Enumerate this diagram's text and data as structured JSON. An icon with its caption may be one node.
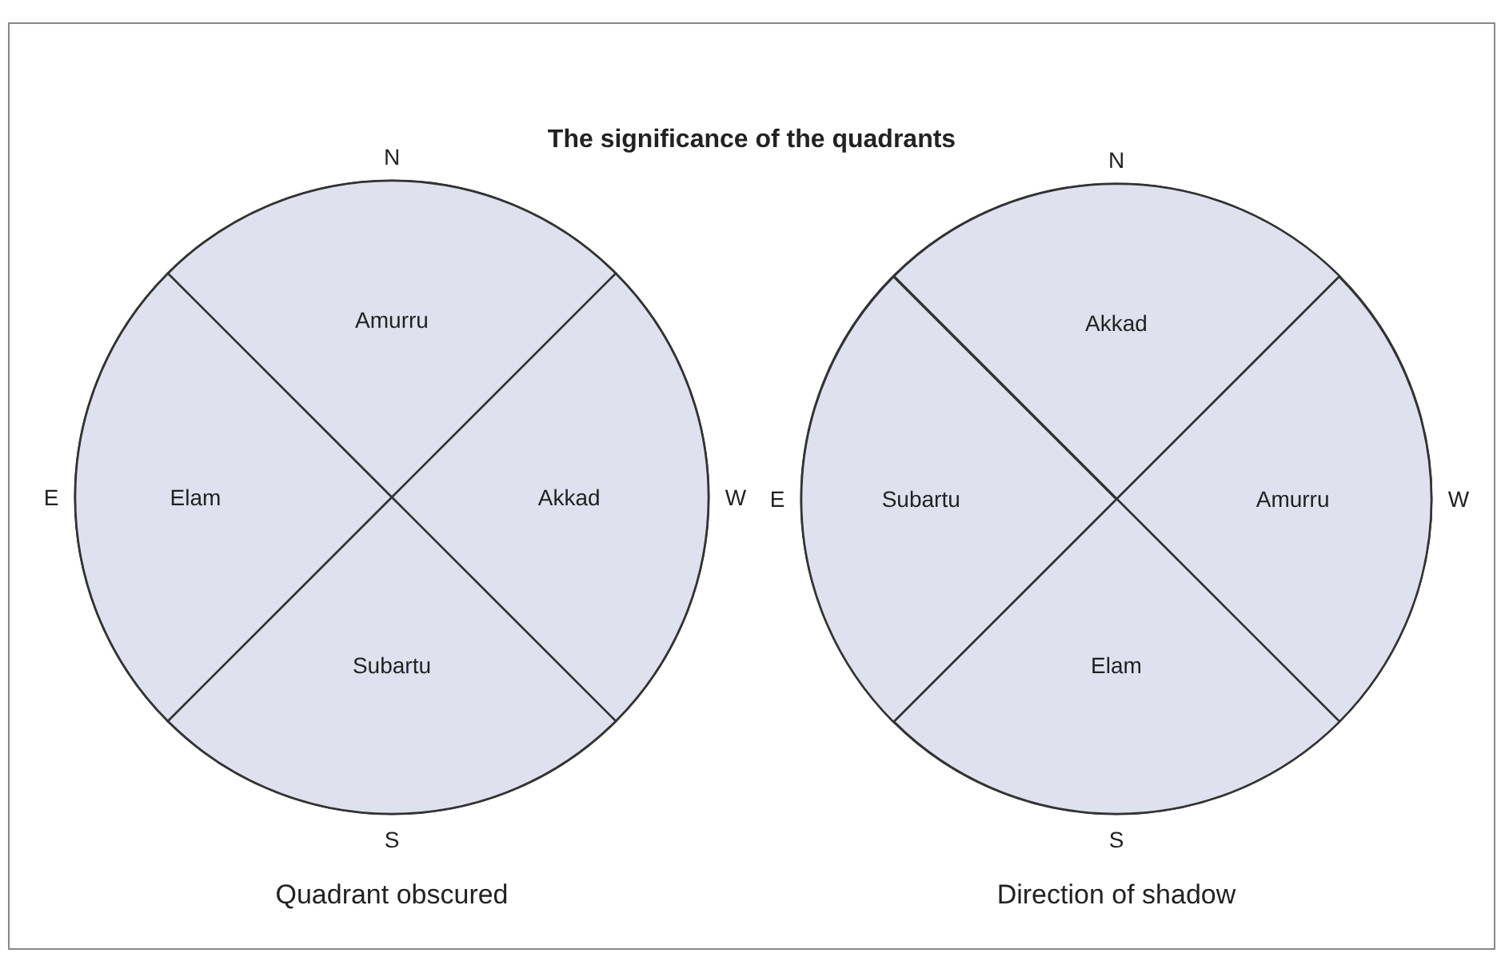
{
  "diagram": {
    "title": "The significance of the quadrants",
    "nodes": [
      {
        "text": [],
        "shape": "circle",
        "beside": [
          "Quadrant obscured"
        ]
      },
      {
        "text": [
          "Amurru"
        ],
        "in": 0
      },
      {
        "text": [
          "Elam"
        ],
        "in": 0
      },
      {
        "text": [
          "Akkad"
        ],
        "in": 0
      },
      {
        "text": [
          "Subartu"
        ],
        "in": 0
      },
      {
        "text": [],
        "shape": "circle",
        "beside": [
          "Direction of shadow"
        ]
      },
      {
        "text": [
          "Akkad"
        ],
        "in": 5
      },
      {
        "text": [
          "Subartu"
        ],
        "in": 5
      },
      {
        "text": [
          "Amurru"
        ],
        "in": 5
      },
      {
        "text": [
          "Elam"
        ],
        "in": 5
      }
    ],
    "edges": [],
    "labels": [
      "N",
      "E",
      "W",
      "S",
      "N",
      "E",
      "W",
      "S"
    ]
  }
}
